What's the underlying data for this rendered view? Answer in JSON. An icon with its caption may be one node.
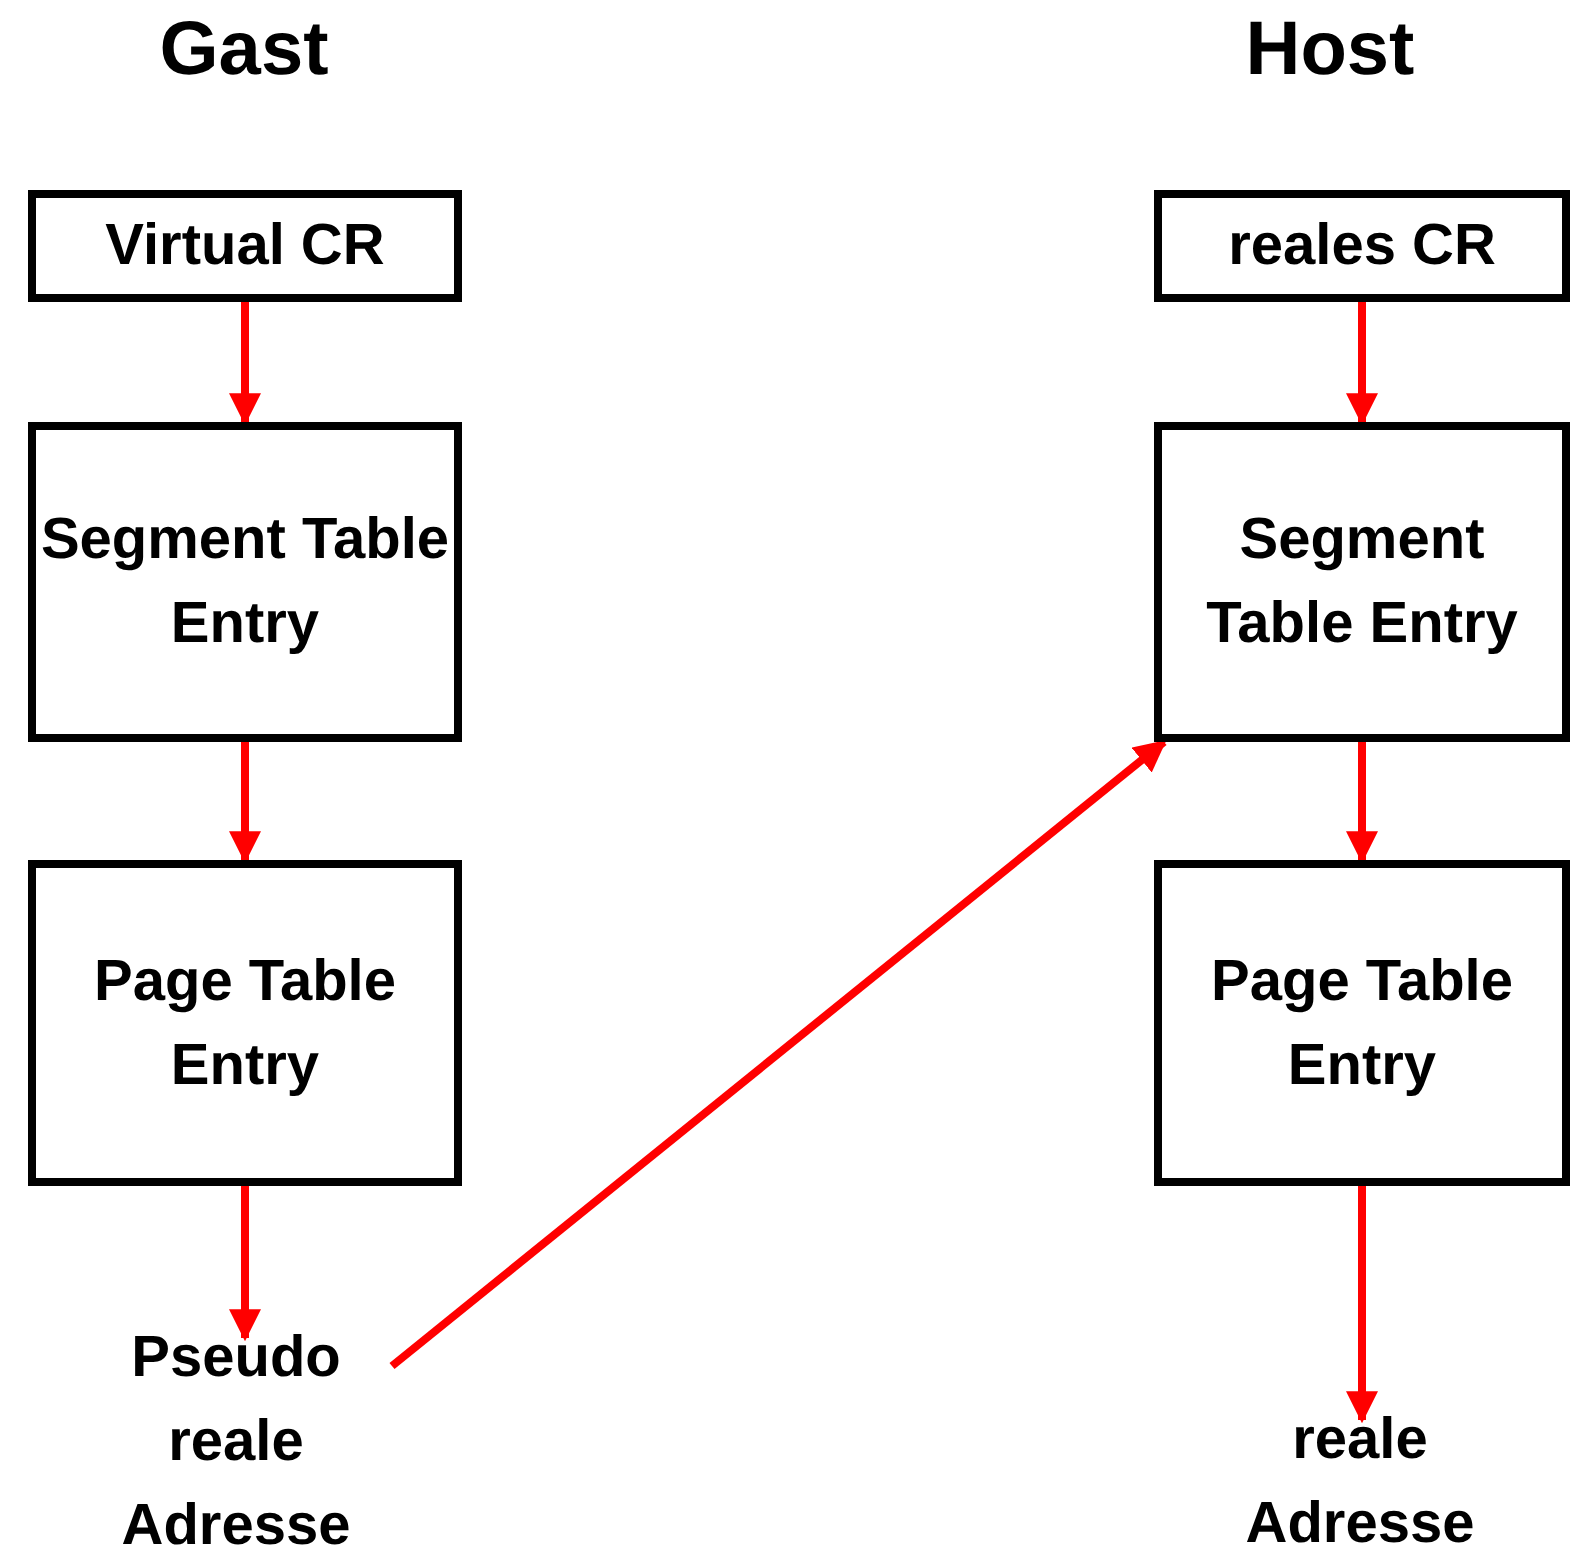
{
  "diagram": {
    "nodes": [
      {
        "text": [
          "Virtual CR"
        ]
      },
      {
        "text": [
          "Segment Table Entry"
        ]
      },
      {
        "text": [
          "Page Table Entry"
        ]
      },
      {
        "text": [
          "Pseudo reale Adresse"
        ]
      },
      {
        "text": [
          "reales CR"
        ]
      },
      {
        "text": [
          "Segment Table Entry"
        ]
      },
      {
        "text": [
          "Page Table Entry"
        ]
      },
      {
        "text": [
          "reale Adresse"
        ]
      }
    ],
    "edges": [
      {
        "from": 0,
        "to": 1,
        "arrow": "to"
      },
      {
        "from": 1,
        "to": 2,
        "arrow": "to"
      },
      {
        "from": 2,
        "to": 3,
        "arrow": "to"
      },
      {
        "from": 3,
        "to": 5,
        "arrow": "to"
      },
      {
        "from": 4,
        "to": 5,
        "arrow": "to"
      },
      {
        "from": 5,
        "to": 6,
        "arrow": "to"
      },
      {
        "from": 6,
        "to": 7,
        "arrow": "to"
      }
    ],
    "labels": [
      "Gast",
      "Host"
    ]
  }
}
